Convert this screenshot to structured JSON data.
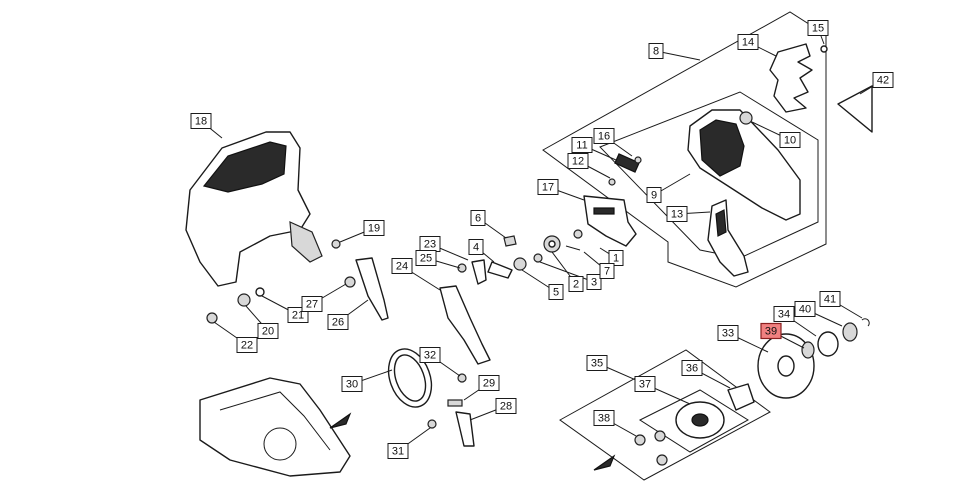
{
  "diagram": {
    "highlight_color": "#f08080",
    "callouts": [
      {
        "id": "c1",
        "label": "1"
      },
      {
        "id": "c2",
        "label": "2"
      },
      {
        "id": "c3",
        "label": "3"
      },
      {
        "id": "c4",
        "label": "4"
      },
      {
        "id": "c5",
        "label": "5"
      },
      {
        "id": "c6",
        "label": "6"
      },
      {
        "id": "c7",
        "label": "7"
      },
      {
        "id": "c8",
        "label": "8"
      },
      {
        "id": "c9",
        "label": "9"
      },
      {
        "id": "c10",
        "label": "10"
      },
      {
        "id": "c11",
        "label": "11"
      },
      {
        "id": "c12",
        "label": "12"
      },
      {
        "id": "c13",
        "label": "13"
      },
      {
        "id": "c14",
        "label": "14"
      },
      {
        "id": "c15",
        "label": "15"
      },
      {
        "id": "c16",
        "label": "16"
      },
      {
        "id": "c17",
        "label": "17"
      },
      {
        "id": "c18",
        "label": "18"
      },
      {
        "id": "c19",
        "label": "19"
      },
      {
        "id": "c20",
        "label": "20"
      },
      {
        "id": "c21",
        "label": "21"
      },
      {
        "id": "c22",
        "label": "22"
      },
      {
        "id": "c23",
        "label": "23"
      },
      {
        "id": "c24",
        "label": "24"
      },
      {
        "id": "c25",
        "label": "25"
      },
      {
        "id": "c26",
        "label": "26"
      },
      {
        "id": "c27",
        "label": "27"
      },
      {
        "id": "c28",
        "label": "28"
      },
      {
        "id": "c29",
        "label": "29"
      },
      {
        "id": "c30",
        "label": "30"
      },
      {
        "id": "c31",
        "label": "31"
      },
      {
        "id": "c32",
        "label": "32"
      },
      {
        "id": "c33",
        "label": "33"
      },
      {
        "id": "c34",
        "label": "34"
      },
      {
        "id": "c35",
        "label": "35"
      },
      {
        "id": "c36",
        "label": "36"
      },
      {
        "id": "c37",
        "label": "37"
      },
      {
        "id": "c38",
        "label": "38"
      },
      {
        "id": "c39",
        "label": "39",
        "highlighted": true
      },
      {
        "id": "c40",
        "label": "40"
      },
      {
        "id": "c41",
        "label": "41"
      },
      {
        "id": "c42",
        "label": "42"
      }
    ]
  }
}
